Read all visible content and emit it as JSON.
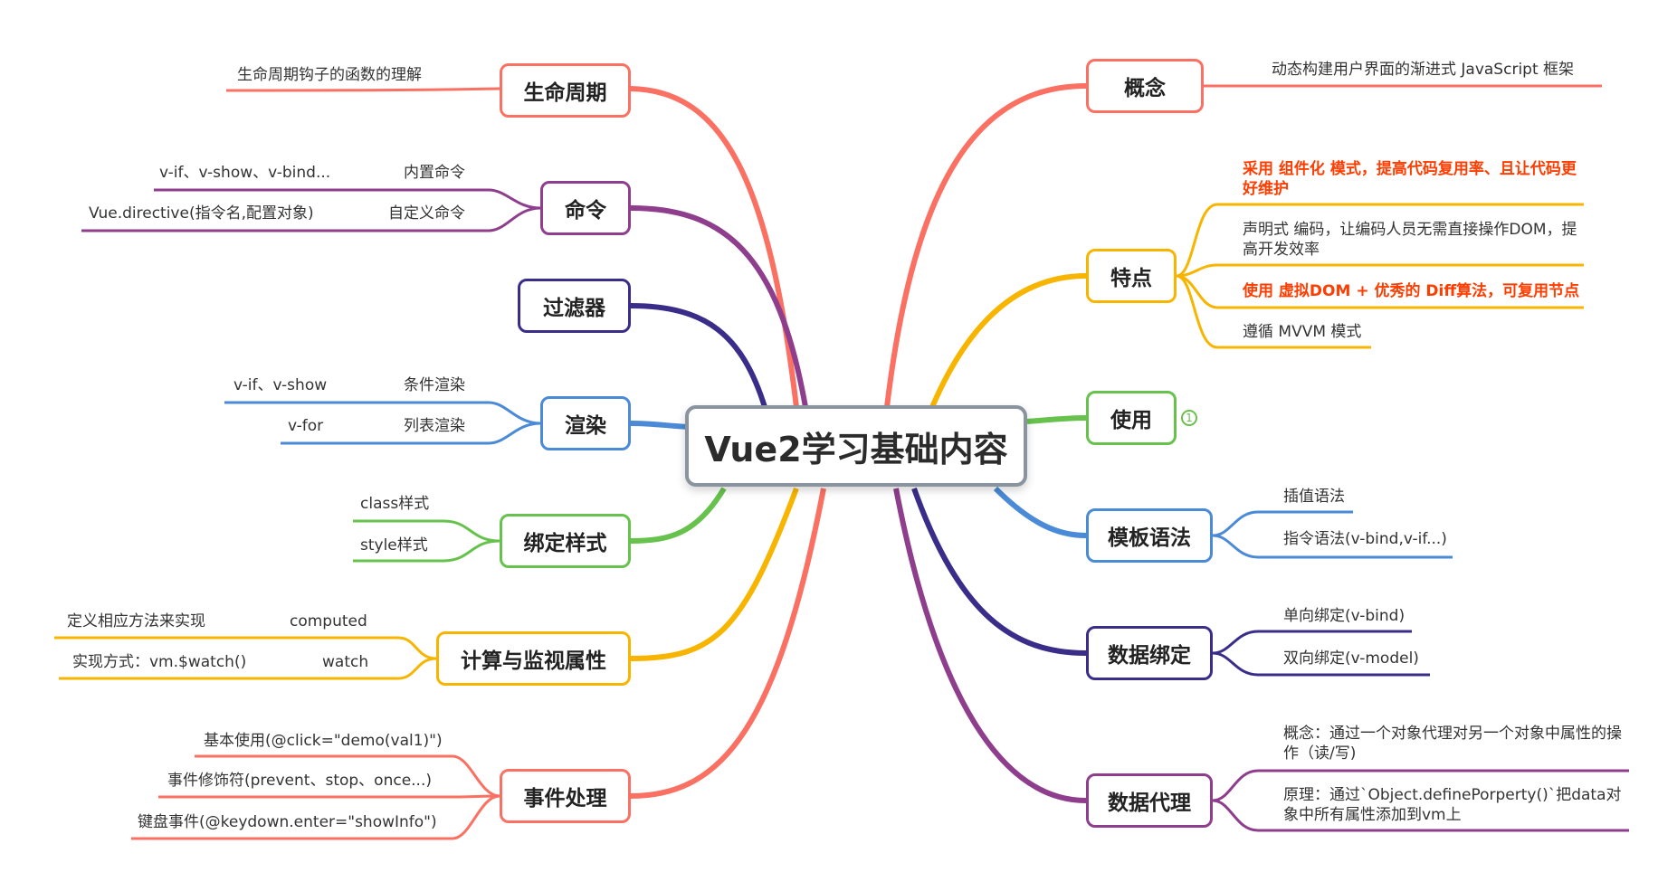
{
  "center": {
    "title": "Vue2学习基础内容"
  },
  "colors": {
    "red": "#fa7062",
    "purple": "#8e3e8c",
    "navy": "#3a2d8a",
    "blue": "#4a8ad6",
    "green": "#66c24c",
    "yellow": "#f7b500",
    "highlight_red": "#ff3d00"
  },
  "left": {
    "lifecycle": {
      "label": "生命周期",
      "items": [
        "生命周期钩子的函数的理解"
      ]
    },
    "directives": {
      "label": "命令",
      "builtin": {
        "label": "内置命令",
        "detail": "v-if、v-show、v-bind..."
      },
      "custom": {
        "label": "自定义命令",
        "detail": "Vue.directive(指令名,配置对象)"
      }
    },
    "filters": {
      "label": "过滤器"
    },
    "rendering": {
      "label": "渲染",
      "conditional": {
        "label": "条件渲染",
        "detail": "v-if、v-show"
      },
      "list": {
        "label": "列表渲染",
        "detail": "v-for"
      }
    },
    "styles": {
      "label": "绑定样式",
      "items": [
        "class样式",
        "style样式"
      ]
    },
    "computed_watch": {
      "label": "计算与监视属性",
      "computed": {
        "label": "computed",
        "detail": "定义相应方法来实现"
      },
      "watch": {
        "label": "watch",
        "detail": "实现方式：vm.$watch()"
      }
    },
    "events": {
      "label": "事件处理",
      "items": [
        "基本使用(@click=\"demo(val1)\")",
        "事件修饰符(prevent、stop、once...)",
        "键盘事件(@keydown.enter=\"showInfo\")"
      ]
    }
  },
  "right": {
    "concept": {
      "label": "概念",
      "items": [
        "动态构建用户界面的渐进式 JavaScript 框架"
      ]
    },
    "features": {
      "label": "特点",
      "items": [
        "采用 组件化 模式，提高代码复用率、且让代码更好维护",
        "声明式 编码，让编码人员无需直接操作DOM，提高开发效率",
        "使用 虚拟DOM + 优秀的 Diff算法，可复用节点",
        "遵循 MVVM 模式"
      ]
    },
    "usage": {
      "label": "使用",
      "badge": "1"
    },
    "template": {
      "label": "模板语法",
      "items": [
        "插值语法",
        "指令语法(v-bind,v-if...)"
      ]
    },
    "binding": {
      "label": "数据绑定",
      "items": [
        "单向绑定(v-bind)",
        "双向绑定(v-model)"
      ]
    },
    "proxy": {
      "label": "数据代理",
      "items": [
        "概念：通过一个对象代理对另一个对象中属性的操作（读/写)",
        "原理：通过`Object.definePorperty()`把data对象中所有属性添加到vm上"
      ]
    }
  }
}
